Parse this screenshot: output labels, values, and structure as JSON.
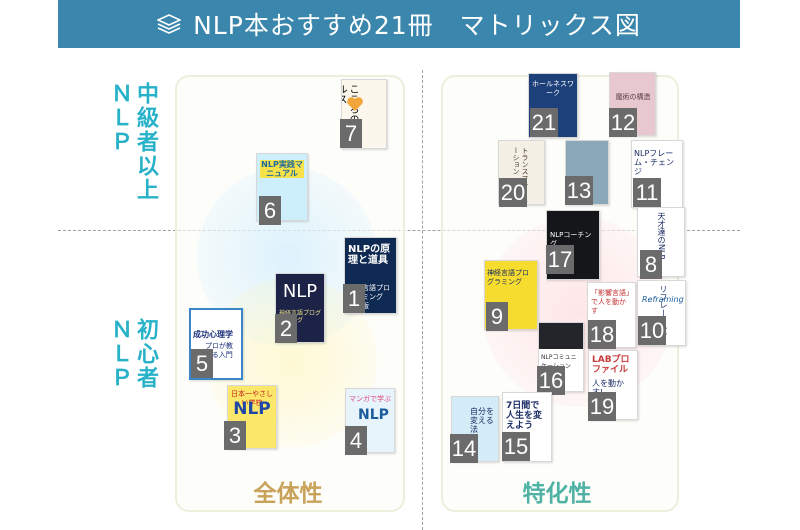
{
  "header": {
    "title": "NLP本おすすめ21冊　マトリックス図",
    "icon": "book-stack-icon"
  },
  "axis": {
    "advanced": "中級者以上　ＮＬＰ",
    "beginner": "初心者　ＮＬＰ",
    "general": "全体性",
    "specialized": "特化性"
  },
  "colors": {
    "header": "#3a86ac",
    "vertical_label": "#28b2c9",
    "general": "#c9a25a",
    "specialized": "#4fb2a5"
  },
  "books": [
    {
      "number": "1",
      "title": "NLPの原理と道具",
      "sub": "神経言語プログラミング　決定版"
    },
    {
      "number": "2",
      "title": "NLP",
      "sub": "神経言語プログラミング"
    },
    {
      "number": "3",
      "title": "NLP",
      "sub": "日本一やさしい学校"
    },
    {
      "number": "4",
      "title": "NLP",
      "sub": "マンガで学ぶ"
    },
    {
      "number": "5",
      "title": "成功心理学",
      "sub": "プロが教える入門"
    },
    {
      "number": "6",
      "title": "NLP実践マニュアル",
      "sub": ""
    },
    {
      "number": "7",
      "title": "こころのウイルス",
      "sub": ""
    },
    {
      "number": "8",
      "title": "天才達のNLP",
      "sub": ""
    },
    {
      "number": "9",
      "title": "神経言語プログラミング",
      "sub": ""
    },
    {
      "number": "10",
      "title": "リフレーミング",
      "sub": "Reframing"
    },
    {
      "number": "11",
      "title": "NLPフレーム・チェンジ",
      "sub": ""
    },
    {
      "number": "12",
      "title": "魔術の構造",
      "sub": ""
    },
    {
      "number": "13",
      "title": "",
      "sub": ""
    },
    {
      "number": "14",
      "title": "自分を変える法",
      "sub": ""
    },
    {
      "number": "15",
      "title": "7日間で人生を変えよう",
      "sub": ""
    },
    {
      "number": "16",
      "title": "NLPコミュニケーション",
      "sub": ""
    },
    {
      "number": "17",
      "title": "NLPコーチング",
      "sub": ""
    },
    {
      "number": "18",
      "title": "「影響言語」で人を動かす",
      "sub": ""
    },
    {
      "number": "19",
      "title": "LABプロファイル",
      "sub": "人を動かす!"
    },
    {
      "number": "20",
      "title": "トランスフォーメーション",
      "sub": ""
    },
    {
      "number": "21",
      "title": "ホールネスワーク",
      "sub": ""
    }
  ]
}
